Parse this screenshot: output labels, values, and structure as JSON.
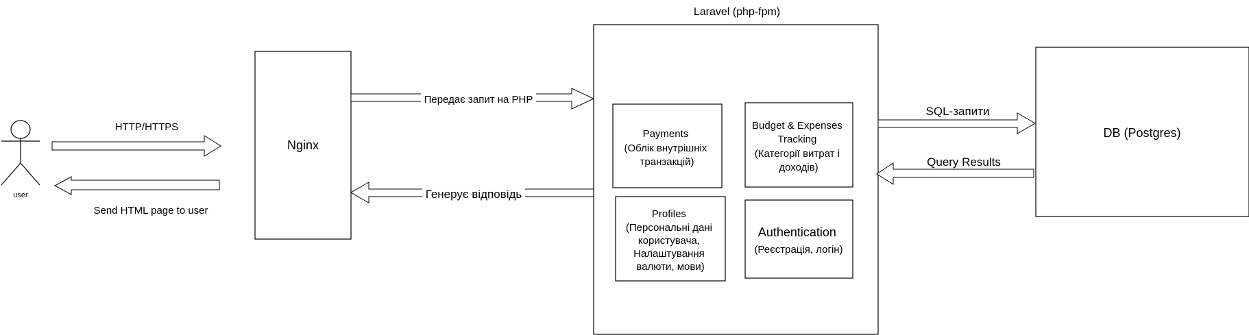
{
  "actor": {
    "label": "user"
  },
  "nginx": {
    "label": "Nginx"
  },
  "laravel": {
    "title": "Laravel (php-fpm)",
    "modules": {
      "payments": {
        "lines": [
          "Payments",
          "(Облік внутрішніх",
          "транзакцій)"
        ]
      },
      "budget": {
        "lines": [
          "Budget & Expenses",
          "Tracking",
          "(Категорії витрат і",
          "доходів)"
        ]
      },
      "profiles": {
        "lines": [
          "Profiles",
          "(Персональні дані",
          "користувача,",
          "Налаштування",
          "валюти, мови)"
        ]
      },
      "authentication": {
        "lines": [
          "Authentication",
          "(Реєстрація, логін)"
        ]
      }
    }
  },
  "db": {
    "label": "DB (Postgres)"
  },
  "connections": {
    "http_request": "HTTP/HTTPS",
    "html_response": "Send HTML page to user",
    "php_request": "Передає запит на PHP",
    "php_response": "Генерує відповідь",
    "sql_queries": "SQL-запити",
    "query_results": "Query Results"
  }
}
